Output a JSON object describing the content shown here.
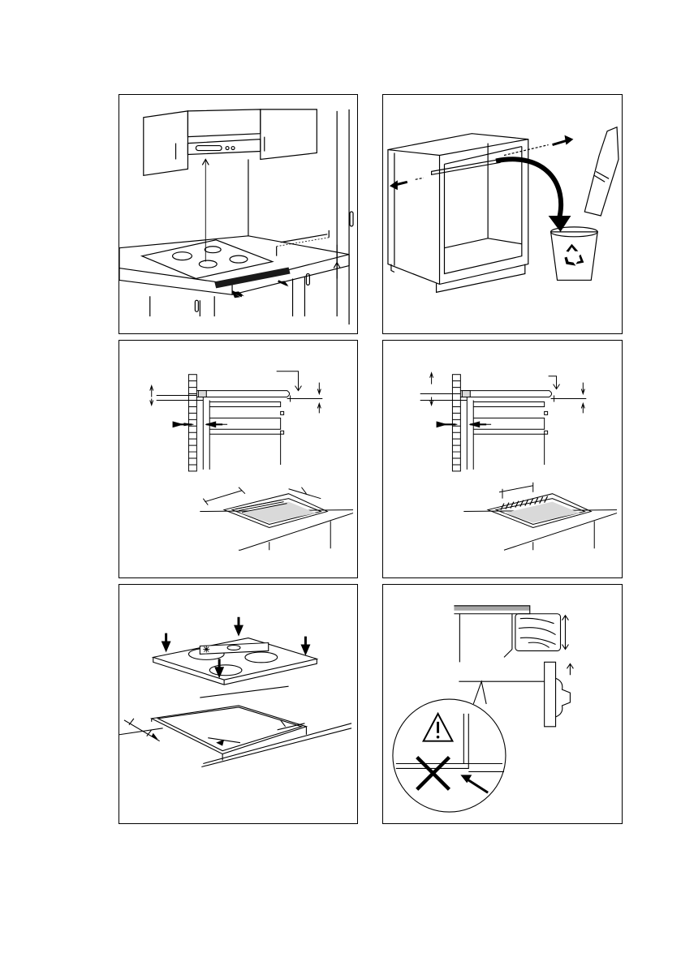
{
  "page": {
    "title": ""
  },
  "panels": [
    {
      "id": "p1",
      "subject": "hob-above-drawer-with-hood"
    },
    {
      "id": "p2",
      "subject": "remove-cabinet-crossbar-and-dispose"
    },
    {
      "id": "p3",
      "subject": "cutout-dimensions-with-drawer-front"
    },
    {
      "id": "p4",
      "subject": "cutout-dimensions-with-rear-vent"
    },
    {
      "id": "p5",
      "subject": "insert-hob-into-cutout"
    },
    {
      "id": "p6",
      "subject": "worktop-edge-sealing-warning"
    }
  ],
  "icons": {
    "recycle": "recycle-icon",
    "warning": "warning-triangle-icon",
    "forbidden": "cross-prohibited-icon",
    "snowflake": "snowflake-icon"
  },
  "colors": {
    "line": "#000000",
    "fill_light": "#d9d9d9",
    "fill_dark": "#1a1a1a",
    "bg": "#ffffff"
  }
}
